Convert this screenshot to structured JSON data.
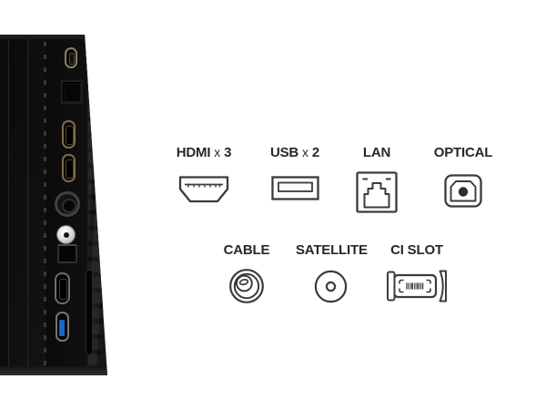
{
  "colors": {
    "background": "#ffffff",
    "label_text": "#28282a",
    "icon_stroke": "#3b3b3d",
    "tv_black": "#101010",
    "hdmi_gold": "#7b6c49",
    "usb_blue": "#1668cc",
    "satellite_silver": "#cfcfcf"
  },
  "connector_groups": {
    "row1": [
      {
        "name": "HDMI",
        "qty_prefix": "x",
        "qty": "3",
        "icon": "hdmi-connector-icon"
      },
      {
        "name": "USB",
        "qty_prefix": "x",
        "qty": "2",
        "icon": "usb-connector-icon"
      },
      {
        "name": "LAN",
        "icon": "lan-rj45-icon"
      },
      {
        "name": "OPTICAL",
        "icon": "optical-toslink-icon"
      }
    ],
    "row2": [
      {
        "name": "CABLE",
        "icon": "coax-cable-connector-icon"
      },
      {
        "name": "SATELLITE",
        "icon": "satellite-f-connector-icon"
      },
      {
        "name": "CI SLOT",
        "icon": "ci-module-icon"
      }
    ]
  },
  "tv_ports": [
    "usb",
    "lan",
    "hdmi",
    "hdmi",
    "cable-antenna",
    "satellite",
    "optical",
    "hdmi",
    "usb",
    "ci-slot"
  ]
}
